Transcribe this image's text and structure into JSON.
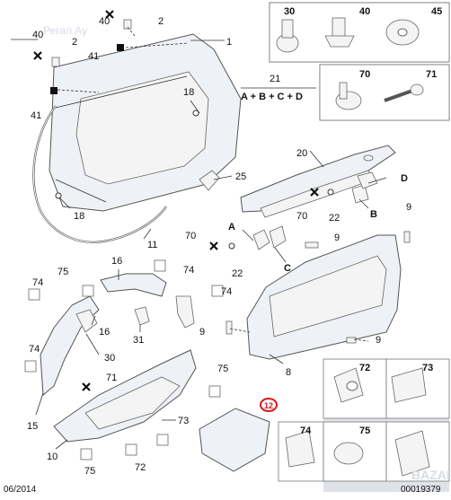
{
  "watermark_left": "Регал Ау",
  "watermark_right": "BAZAR",
  "date_code": "06/2014",
  "ref_code": "00019379",
  "legend": {
    "number": "21",
    "formula": "A + B + C + D"
  },
  "red_badge": "12",
  "labels": {
    "n40a": "40",
    "n2a": "2",
    "n40b": "40",
    "n2b": "2",
    "n41a": "41",
    "n41b": "41",
    "n1": "1",
    "n18a": "18",
    "n18b": "18",
    "n25": "25",
    "n11": "11",
    "n20": "20",
    "nA": "A",
    "nB": "B",
    "nC": "C",
    "nD": "D",
    "n70a": "70",
    "n70b": "70",
    "n22a": "22",
    "n22b": "22",
    "n9a": "9",
    "n9b": "9",
    "n9c": "9",
    "n9d": "9",
    "n8": "8",
    "n16a": "16",
    "n16b": "16",
    "n74a": "74",
    "n74b": "74",
    "n74c": "74",
    "n74d": "74",
    "n75a": "75",
    "n75b": "75",
    "n75c": "75",
    "n31": "31",
    "n30": "30",
    "n71": "71",
    "n15": "15",
    "n10": "10",
    "n73": "73",
    "n72": "72"
  },
  "grid_top": [
    {
      "number": "30",
      "part": "push-rivet"
    },
    {
      "number": "40",
      "part": "screw-clip"
    },
    {
      "number": "45",
      "part": "washer"
    },
    {
      "number": "70",
      "part": "push-pin"
    },
    {
      "number": "71",
      "part": "self-tapping-screw"
    }
  ],
  "grid_bottom": [
    {
      "number": "72",
      "part": "push-clip"
    },
    {
      "number": "73",
      "part": "retainer-clip"
    },
    {
      "number": "74",
      "part": "edge-clip"
    },
    {
      "number": "75",
      "part": "round-clip"
    }
  ]
}
